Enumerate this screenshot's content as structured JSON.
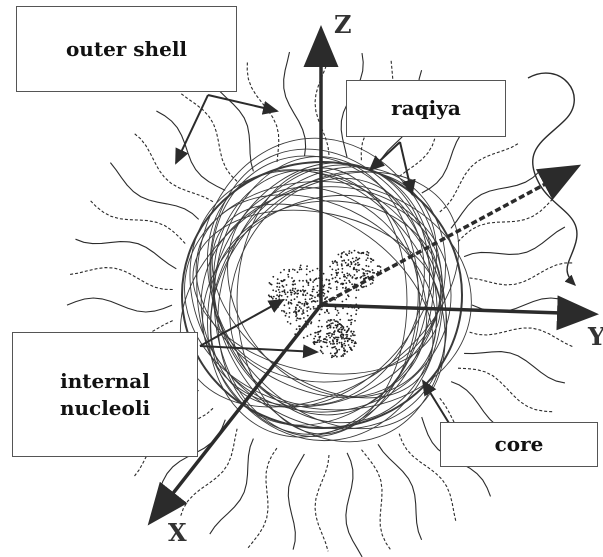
{
  "labels": {
    "outer_shell": "outer shell",
    "raqiya": "raqiya",
    "internal_nucleoli_line1": "internal",
    "internal_nucleoli_line2": "nucleoli",
    "core": "core"
  },
  "axes": {
    "z": "Z",
    "y": "Y",
    "x": "X"
  },
  "colors": {
    "ink": "#2b2b2b",
    "box_border": "#555555",
    "background": "#ffffff",
    "stipple": "#222222"
  }
}
